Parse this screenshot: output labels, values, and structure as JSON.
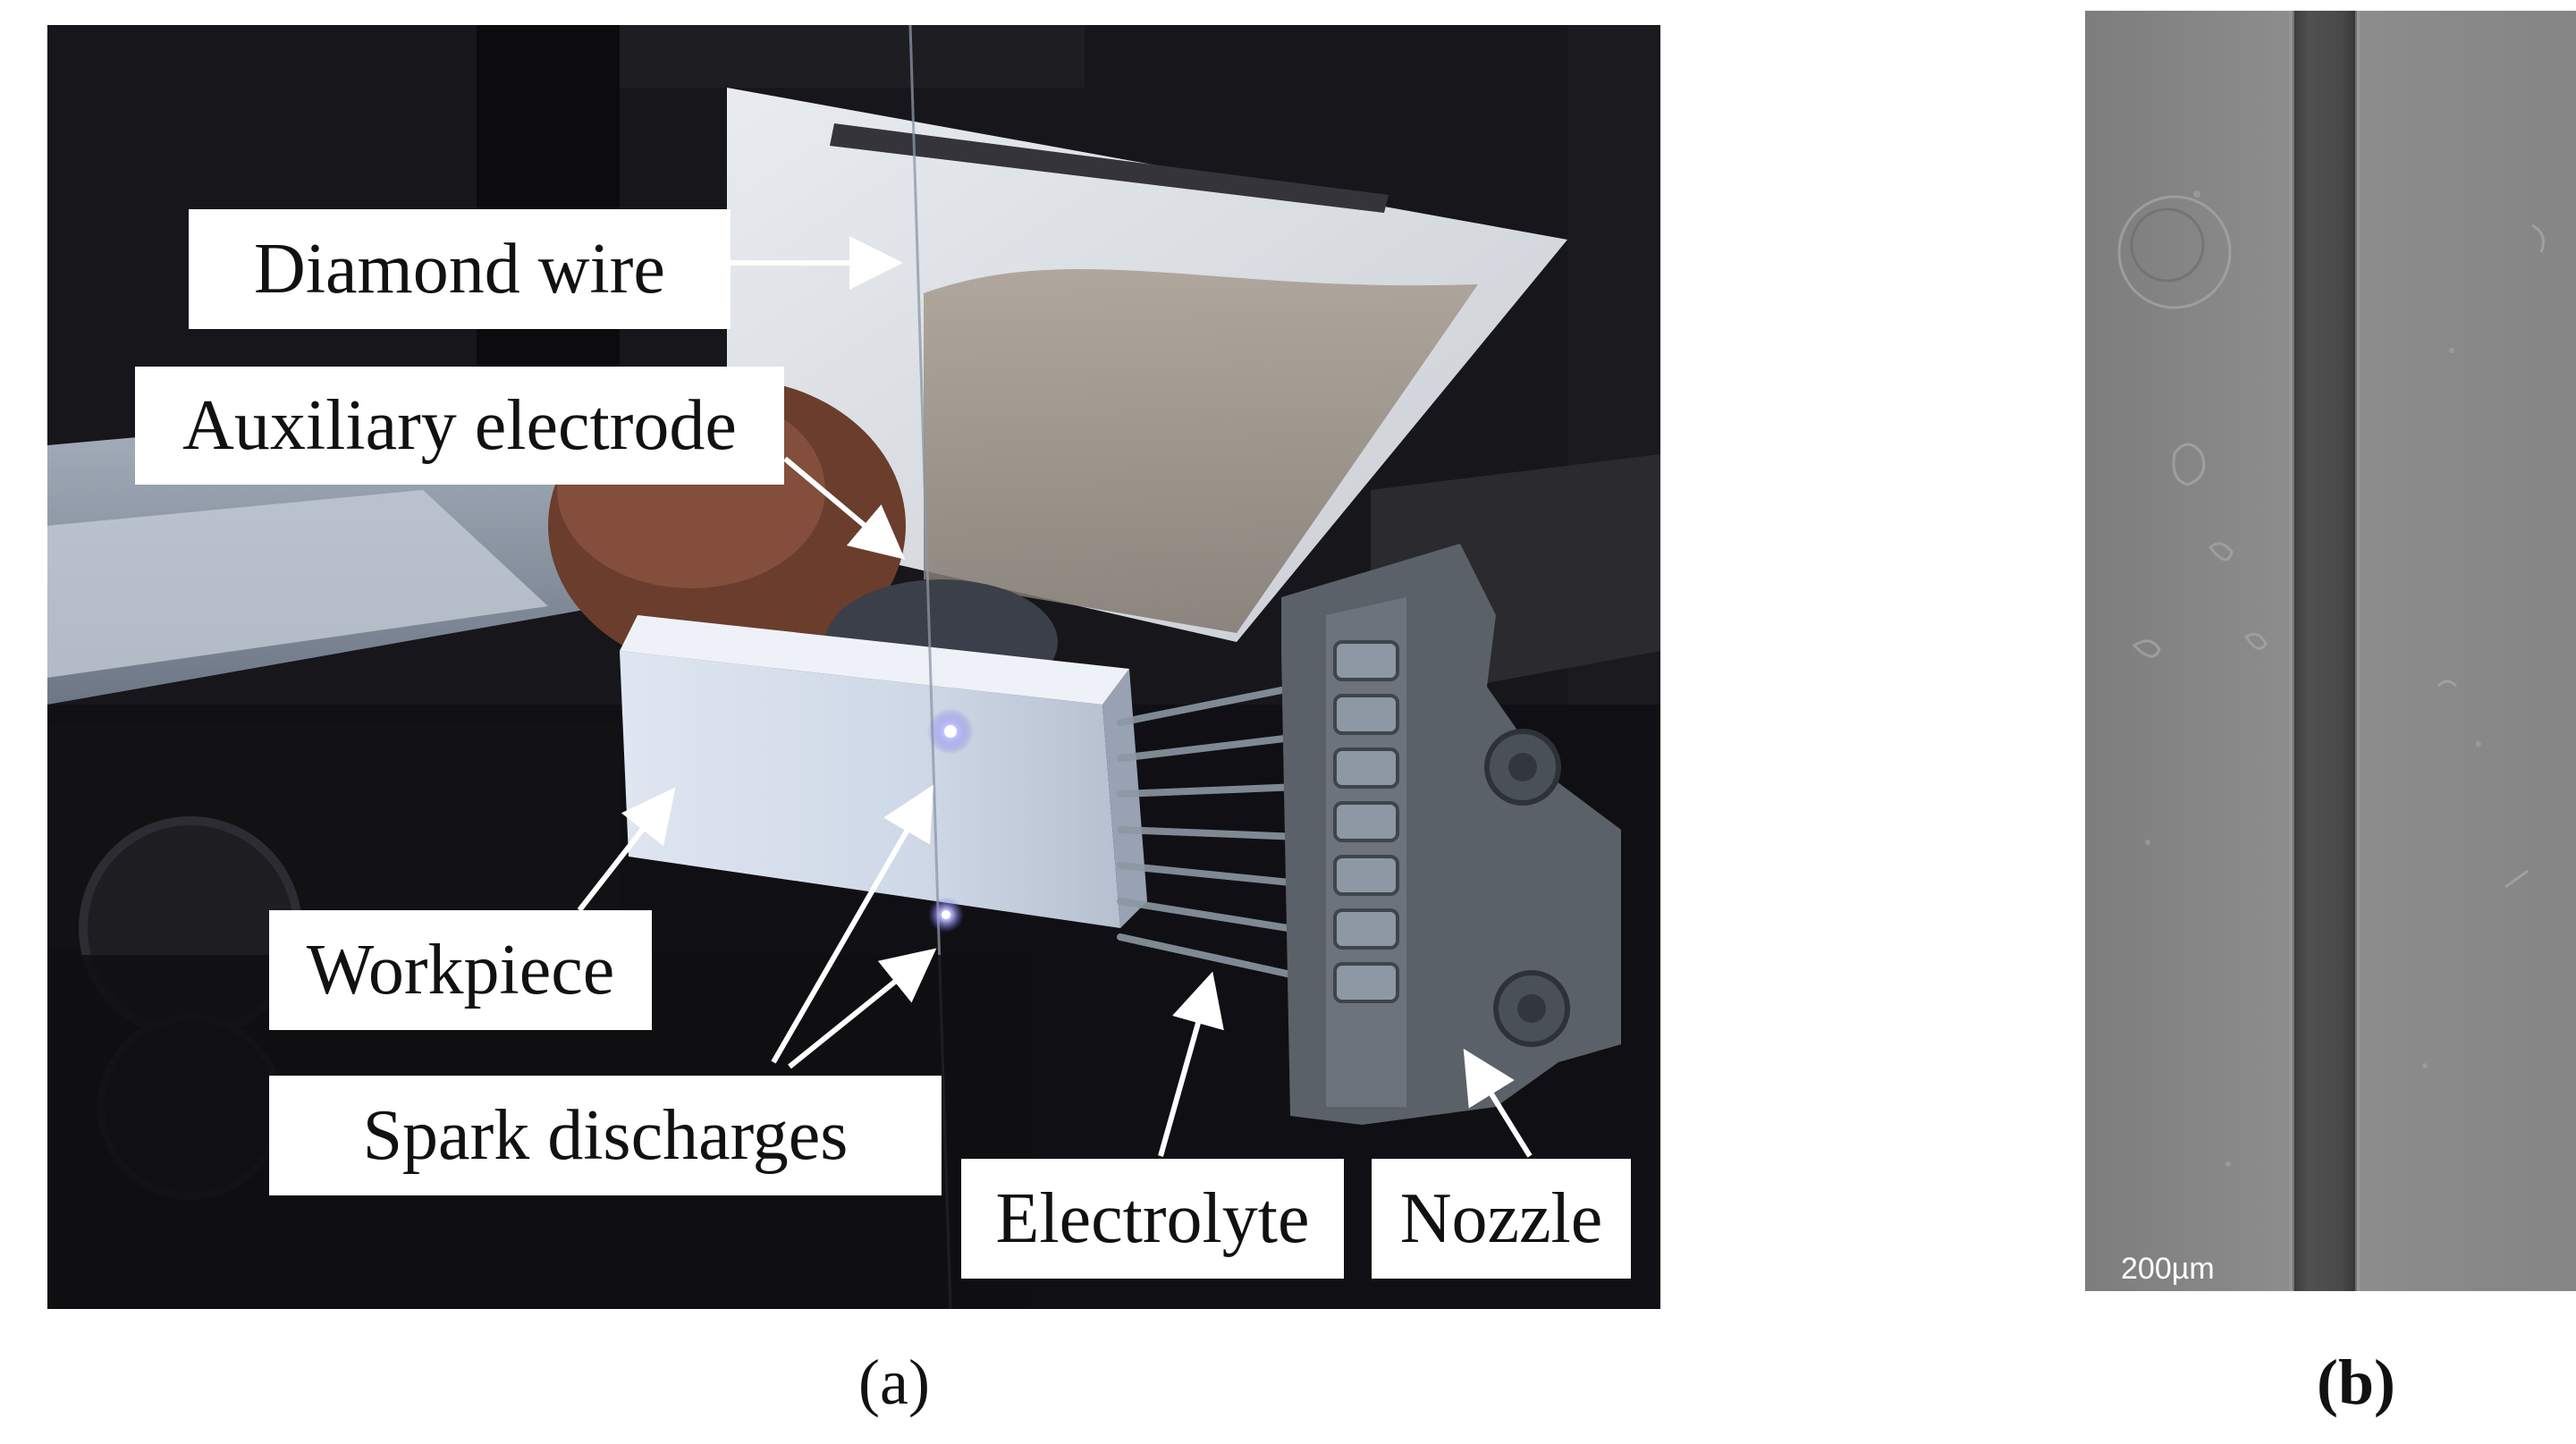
{
  "panel_a": {
    "labels": {
      "diamond_wire": "Diamond wire",
      "auxiliary_electrode": "Auxiliary electrode",
      "workpiece": "Workpiece",
      "spark_discharges": "Spark discharges",
      "electrolyte": "Electrolyte",
      "nozzle": "Nozzle"
    },
    "caption": "(a)"
  },
  "panel_b": {
    "scale_bar": "200µm",
    "caption": "(b)"
  }
}
